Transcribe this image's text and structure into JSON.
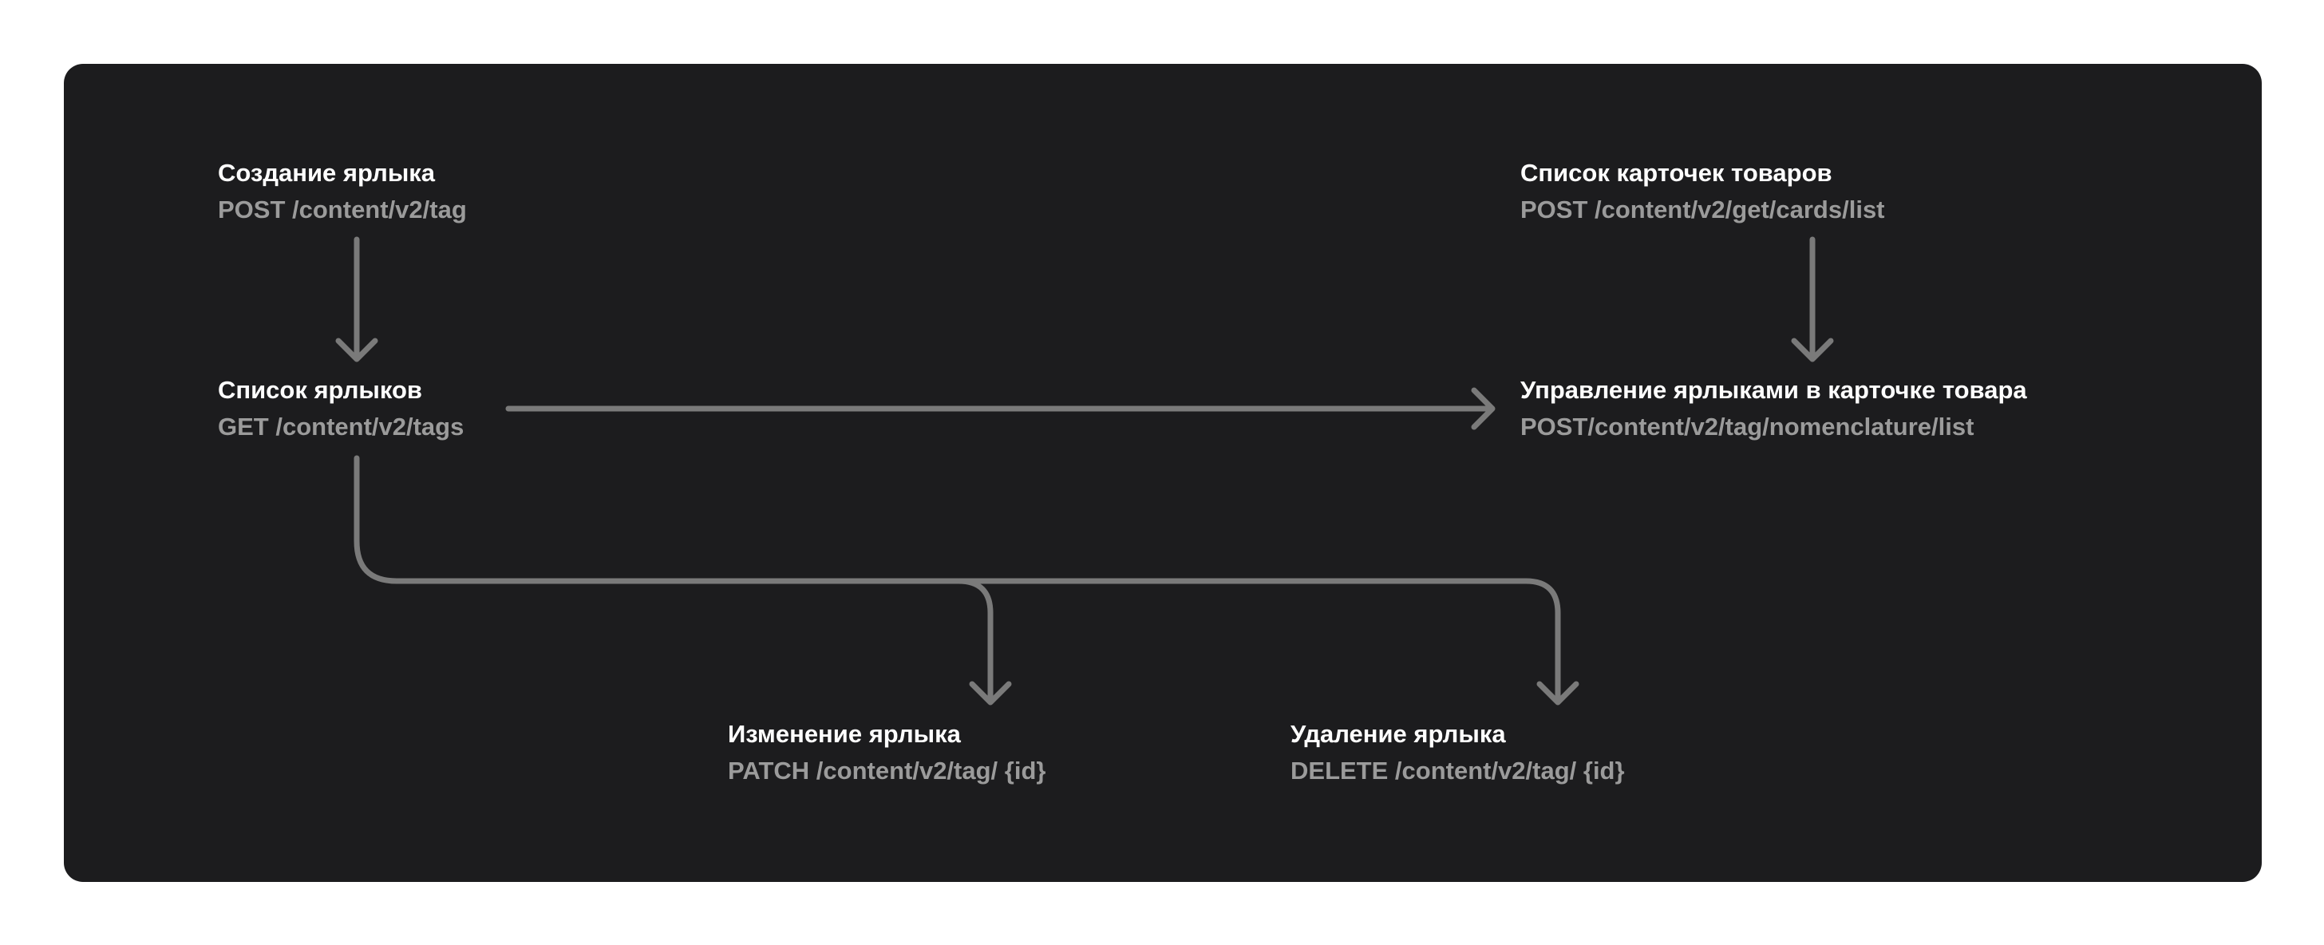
{
  "diagram": {
    "nodes": {
      "create_tag": {
        "title": "Создание ярлыка",
        "endpoint": "POST /content/v2/tag"
      },
      "cards_list": {
        "title": "Список карточек товаров",
        "endpoint": "POST /content/v2/get/cards/list"
      },
      "tags_list": {
        "title": "Список ярлыков",
        "endpoint": "GET /content/v2/tags"
      },
      "manage_tags": {
        "title": "Управление ярлыками в карточке товара",
        "endpoint": "POST/content/v2/tag/nomenclature/list"
      },
      "update_tag": {
        "title": "Изменение ярлыка",
        "endpoint": "PATCH /content/v2/tag/ {id}"
      },
      "delete_tag": {
        "title": "Удаление ярлыка",
        "endpoint": "DELETE /content/v2/tag/ {id}"
      }
    },
    "edges": [
      {
        "from": "create_tag",
        "to": "tags_list"
      },
      {
        "from": "cards_list",
        "to": "manage_tags"
      },
      {
        "from": "tags_list",
        "to": "manage_tags"
      },
      {
        "from": "tags_list",
        "to": "update_tag"
      },
      {
        "from": "tags_list",
        "to": "delete_tag"
      }
    ]
  },
  "colors": {
    "background": "#1c1c1e",
    "title_text": "#ffffff",
    "endpoint_text": "#9b9b9b",
    "connector": "#7a7a7a"
  }
}
